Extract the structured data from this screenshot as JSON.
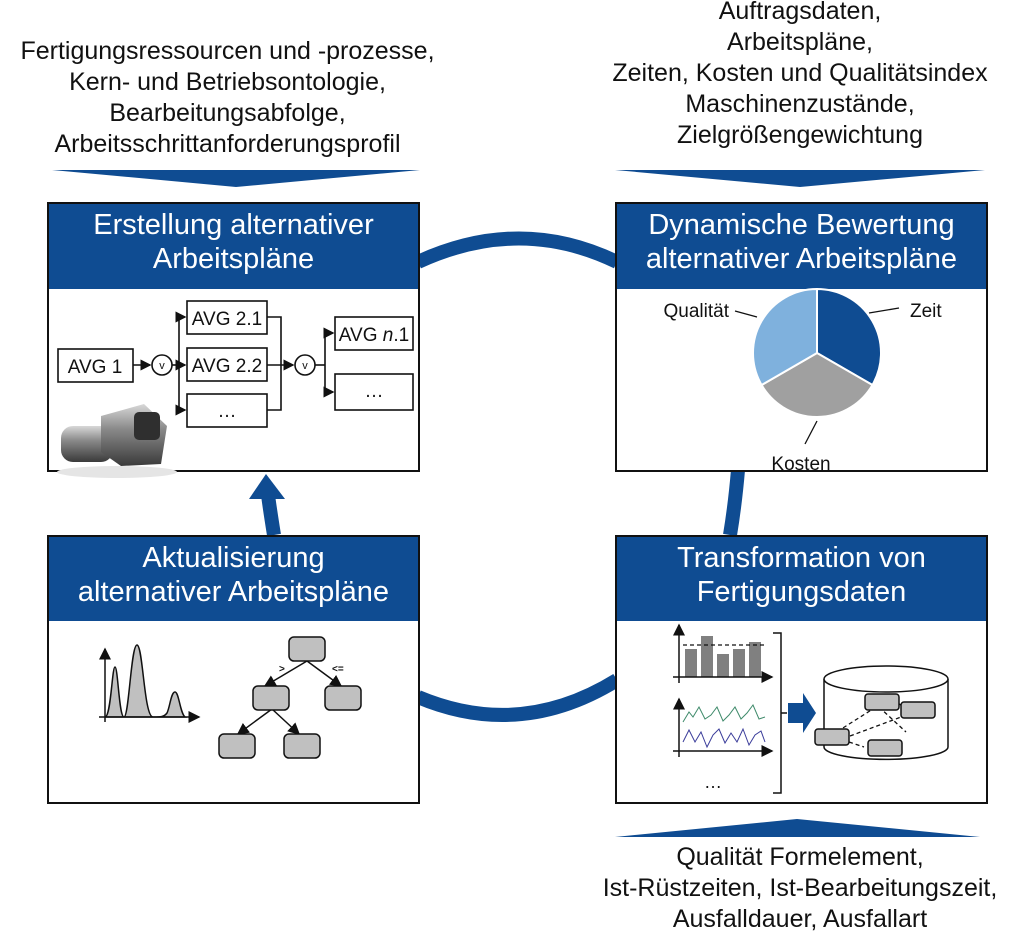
{
  "inputs": {
    "top_left": [
      "Fertigungsressourcen und -prozesse,",
      "Kern- und Betriebsontologie,",
      "Bearbeitungsabfolge,",
      "Arbeitsschrittanforderungsprofil"
    ],
    "top_right": [
      "Auftragsdaten,",
      "Arbeitspläne,",
      "Zeiten, Kosten und Qualitätsindex",
      "Maschinenzustände,",
      "Zielgrößengewichtung"
    ],
    "bottom_right": [
      "Qualität Formelement,",
      "Ist-Rüstzeiten, Ist-Bearbeitungszeit,",
      "Ausfalldauer, Ausfallart"
    ]
  },
  "panels": {
    "creation": {
      "title": [
        "Erstellung alternativer",
        "Arbeitspläne"
      ],
      "flow": {
        "avg1": "AVG 1",
        "or1": "v",
        "avg21": "AVG 2.1",
        "avg22": "AVG 2.2",
        "avg2x": "…",
        "or2": "v",
        "avgn1_prefix": "AVG ",
        "avgn1_var": "n",
        "avgn1_suffix": ".1",
        "avgnx": "…"
      }
    },
    "evaluation": {
      "title": [
        "Dynamische Bewertung",
        "alternativer Arbeitspläne"
      ],
      "pie": {
        "slices": [
          {
            "label": "Zeit",
            "share": 0.3333,
            "color": "#0f4c92"
          },
          {
            "label": "Kosten",
            "share": 0.3333,
            "color": "#a0a0a0"
          },
          {
            "label": "Qualität",
            "share": 0.3334,
            "color": "#7fb1dd"
          }
        ]
      }
    },
    "update": {
      "title": [
        "Aktualisierung",
        "alternativer Arbeitspläne"
      ],
      "tree": {
        "left_edge": ">",
        "right_edge": "<="
      }
    },
    "transformation": {
      "title": [
        "Transformation von",
        "Fertigungsdaten"
      ],
      "ellipsis": "…"
    }
  },
  "colors": {
    "accent": "#0f4c92",
    "light_blue": "#7fb1dd",
    "grey": "#a0a0a0"
  }
}
